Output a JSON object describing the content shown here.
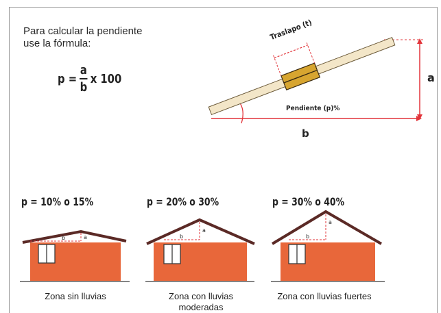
{
  "intro": {
    "line1": "Para calcular la pendiente",
    "line2": "use la fórmula:"
  },
  "formula": {
    "lhs": "p =",
    "numerator": "a",
    "denominator": "b",
    "rhs": "x 100"
  },
  "diagram": {
    "overlap_label": "Traslapo (t)",
    "slope_label": "Pendiente (p)%",
    "height_label": "a",
    "base_label": "b"
  },
  "houses": [
    {
      "slope": "p = 10% o 15%",
      "zone": "Zona sin lluvias",
      "zone_line2": ""
    },
    {
      "slope": "p = 20% o 30%",
      "zone": "Zona con lluvias",
      "zone_line2": "moderadas"
    },
    {
      "slope": "p = 30% o 40%",
      "zone": "Zona con lluvias fuertes",
      "zone_line2": ""
    }
  ],
  "house_mini_labels": {
    "a": "a",
    "b": "b"
  },
  "colors": {
    "wall": "#e8673a",
    "roof": "#5b2a26",
    "guide_red": "#e2343a",
    "plank": "#f3e6c8",
    "overlap": "#d7a530"
  }
}
